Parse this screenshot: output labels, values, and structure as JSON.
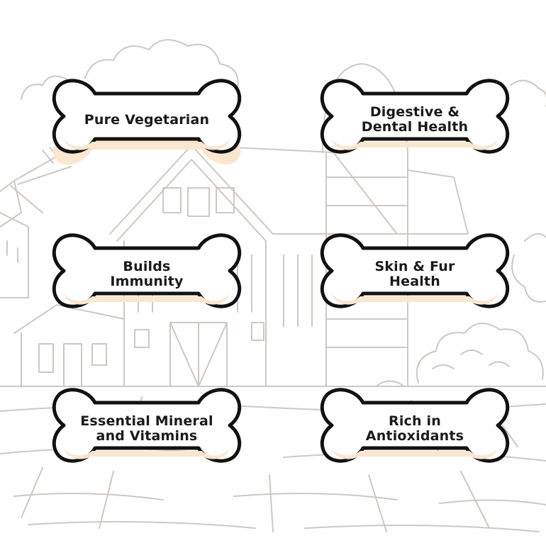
{
  "colors": {
    "bone_fill": "#ffffff",
    "bone_outline": "#111111",
    "bone_shadow": "#fbe6cf",
    "sketch": "#cfc8c2",
    "text": "#1a1a1a"
  },
  "background": {
    "icon": "farm-barn-silo-windmill-sketch"
  },
  "benefits": [
    {
      "label": "Pure Vegetarian"
    },
    {
      "label": "Digestive &\nDental Health"
    },
    {
      "label": "Builds\nImmunity"
    },
    {
      "label": "Skin & Fur\nHealth"
    },
    {
      "label": "Essential Mineral\nand Vitamins"
    },
    {
      "label": "Rich in\nAntioxidants"
    }
  ]
}
